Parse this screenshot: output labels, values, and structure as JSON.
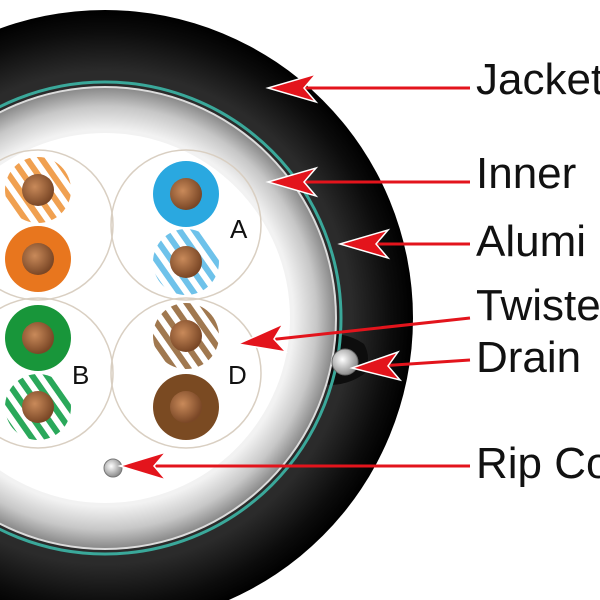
{
  "labels": {
    "jacket": "Jacket",
    "inner": "Inner",
    "aluminum": "Alumi",
    "twisted": "Twiste",
    "drain": "Drain",
    "rip_cord": "Rip Co"
  },
  "pairs": {
    "a": "A",
    "b": "B",
    "d": "D"
  },
  "colors": {
    "jacket": "#0a0a0a",
    "inner_sheath": "#c9c9c9",
    "foil": "#3aa89a",
    "arrow": "#e3141c",
    "copper": "#a0673f",
    "orange": "#e8761e",
    "blue": "#2aa8e0",
    "green": "#18963a",
    "brown": "#7a4a22"
  }
}
